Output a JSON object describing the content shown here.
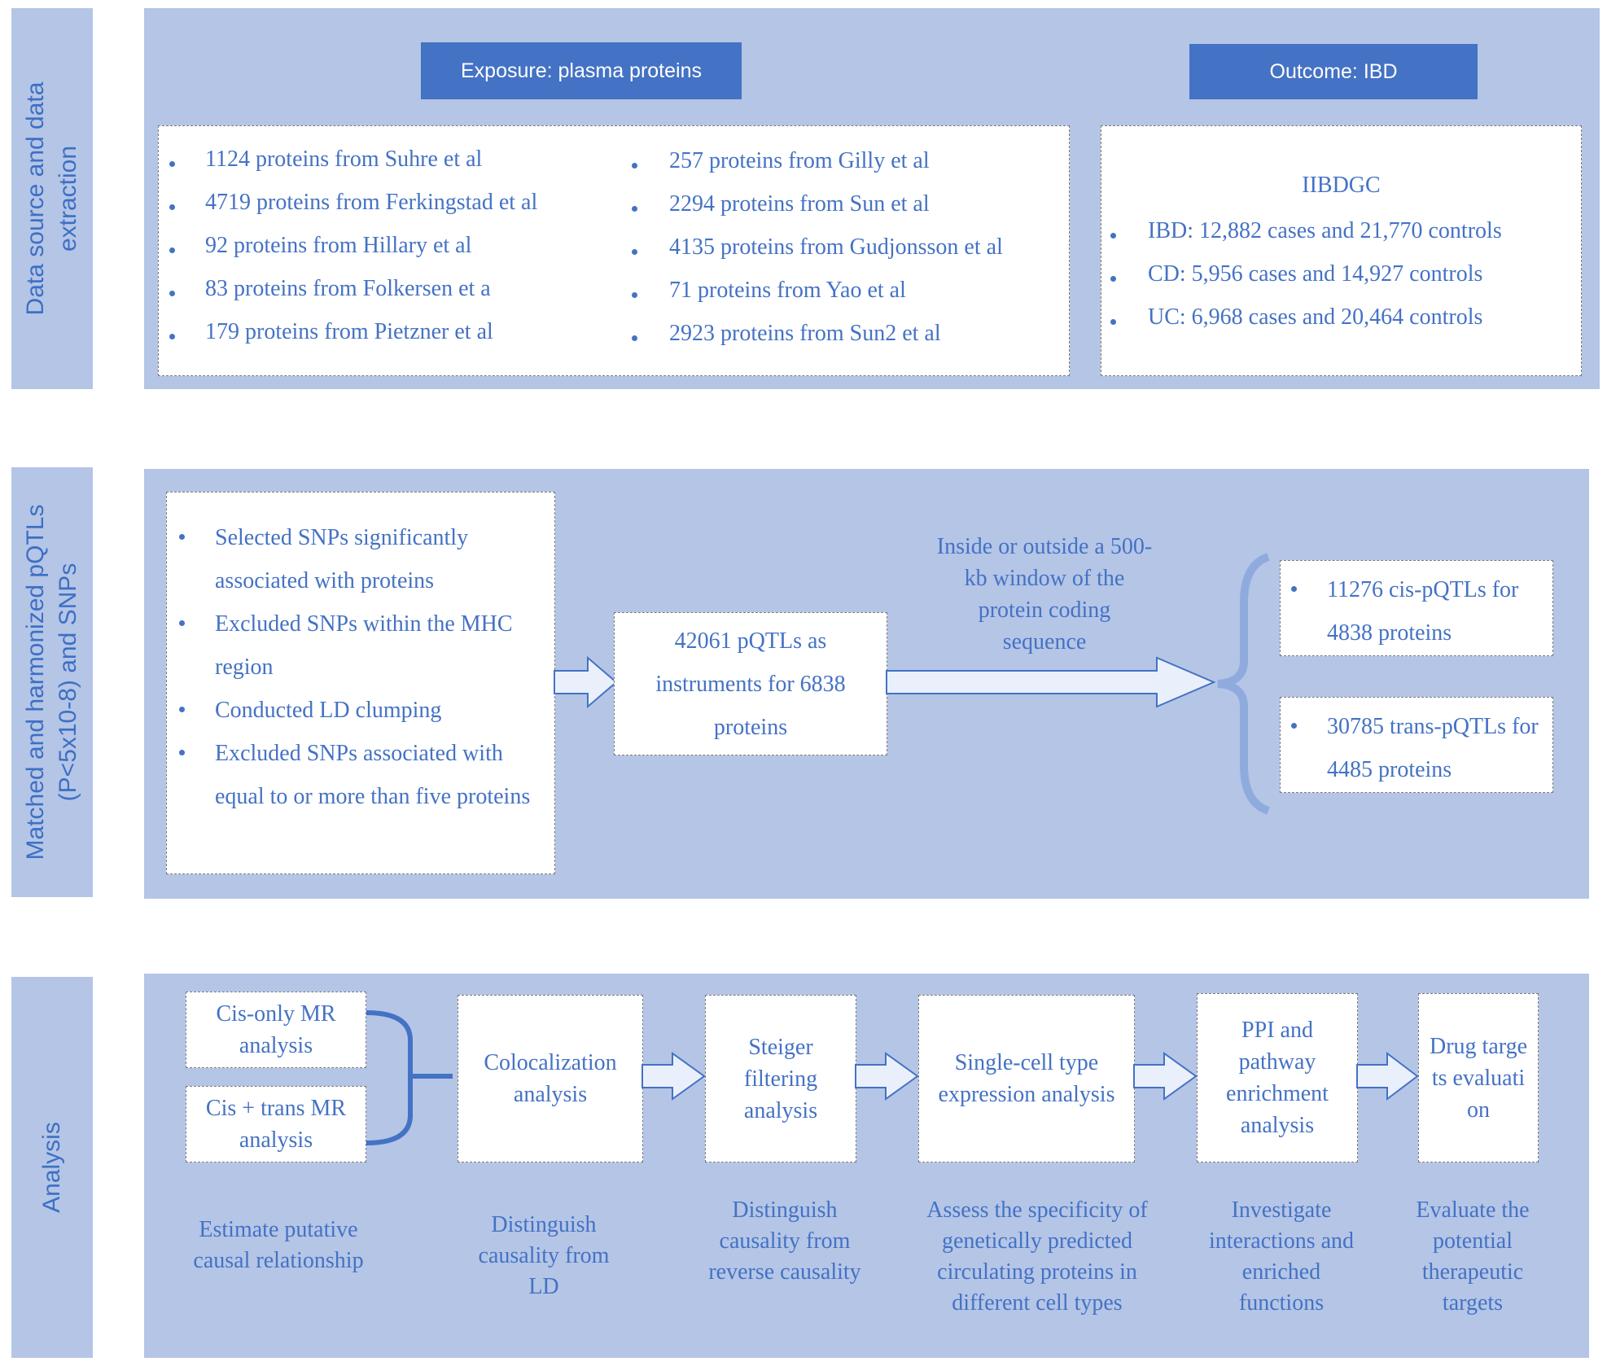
{
  "sections": {
    "data_source": "Data source and data extraction",
    "matched": "Matched and harmonized pQTLs (P<5x10-8) and SNPs",
    "analysis": "Analysis"
  },
  "exposure": {
    "header": "Exposure: plasma proteins",
    "left_list": [
      "1124 proteins from Suhre et al",
      "4719 proteins from Ferkingstad et al",
      "92 proteins from Hillary et al",
      "83 proteins from Folkersen et a",
      "179 proteins from Pietzner et al"
    ],
    "right_list": [
      "257 proteins from Gilly et al",
      "2294 proteins from Sun et al",
      "4135 proteins from Gudjonsson et al",
      "71 proteins from Yao et al",
      "2923 proteins from Sun2 et al"
    ]
  },
  "outcome": {
    "header": "Outcome: IBD",
    "title": "IIBDGC",
    "list": [
      "IBD: 12,882 cases and 21,770 controls",
      "CD: 5,956 cases and 14,927 controls",
      "UC: 6,968 cases and 20,464 controls"
    ]
  },
  "selection": {
    "criteria": [
      "Selected SNPs significantly associated with proteins",
      "Excluded SNPs within the MHC region",
      "Conducted LD clumping",
      "Excluded SNPs associated with equal to or more than five proteins"
    ],
    "instruments": "42061 pQTLs as instruments for 6838 proteins",
    "window_label": "Inside or outside a 500-kb window of the protein coding sequence",
    "cis": "11276 cis-pQTLs for 4838 proteins",
    "trans": "30785 trans-pQTLs for 4485 proteins"
  },
  "analysis": {
    "cis_only": "Cis-only MR analysis",
    "cis_trans": "Cis + trans MR analysis",
    "steps": [
      "Colocalization analysis",
      "Steiger filtering analysis",
      "Single-cell type expression analysis",
      "PPI and pathway enrichment analysis",
      "Drug targets evaluation"
    ],
    "captions": [
      "Estimate putative causal relationship",
      "Distinguish causality from LD",
      "Distinguish causality from reverse causality",
      "Assess the specificity of genetically predicted circulating proteins in different cell types",
      "Investigate interactions and enriched functions",
      "Evaluate the potential therapeutic targets"
    ]
  },
  "colors": {
    "panel": "#b4c5e6",
    "accent": "#4472c4",
    "text": "#4472c4"
  }
}
